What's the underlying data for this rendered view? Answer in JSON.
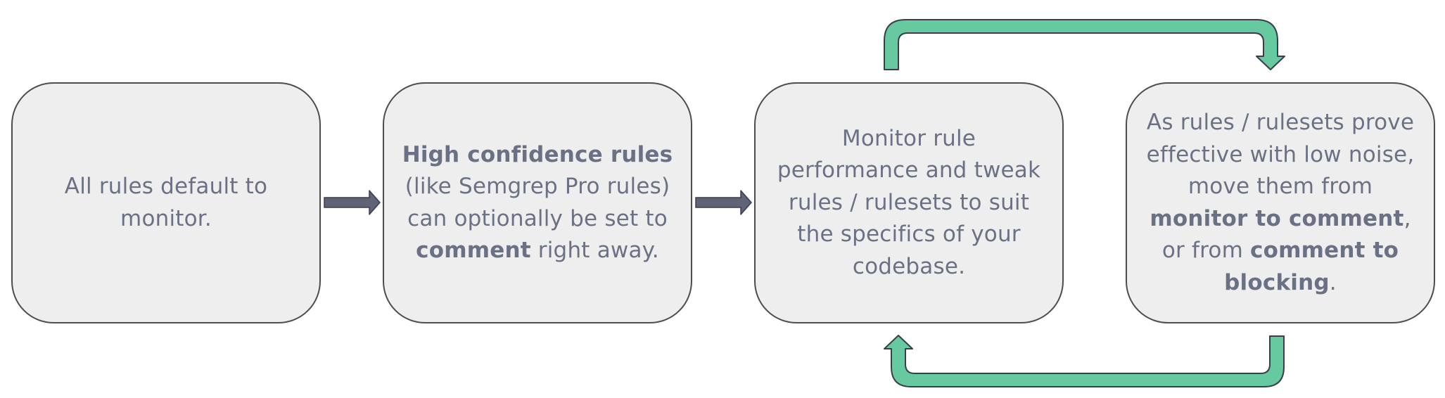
{
  "steps": [
    {
      "segments": [
        {
          "text": "All rules default to monitor.",
          "bold": false
        }
      ]
    },
    {
      "segments": [
        {
          "text": "High confidence rules",
          "bold": true
        },
        {
          "text": " (like Semgrep Pro rules) can optionally be set to ",
          "bold": false
        },
        {
          "text": "comment",
          "bold": true
        },
        {
          "text": " right away.",
          "bold": false
        }
      ]
    },
    {
      "segments": [
        {
          "text": "Monitor rule performance and tweak rules / rulesets to suit the specifics of your codebase.",
          "bold": false
        }
      ]
    },
    {
      "segments": [
        {
          "text": "As rules / rulesets prove effective with low noise, move them from ",
          "bold": false
        },
        {
          "text": "monitor to comment",
          "bold": true
        },
        {
          "text": ", or from ",
          "bold": false
        },
        {
          "text": "comment to blocking",
          "bold": true
        },
        {
          "text": ".",
          "bold": false
        }
      ]
    }
  ],
  "colors": {
    "box_fill": "#eeeeee",
    "box_border": "#4d4d4d",
    "text": "#6b7185",
    "flow_arrow": "#5f6375",
    "loop_arrow": "#66c9a0"
  },
  "icons": {
    "flow": "right-arrow-icon",
    "loop_forward": "loop-arrow-icon",
    "loop_back": "loop-arrow-icon"
  }
}
